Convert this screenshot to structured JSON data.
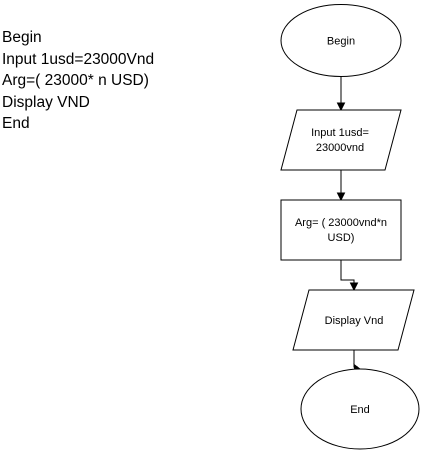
{
  "pseudocode": {
    "lines": [
      "Begin",
      "Input 1usd=23000Vnd",
      "Arg=( 23000* n USD)",
      "Display VND",
      "End"
    ]
  },
  "flowchart": {
    "start_label": "Begin",
    "input_label_line1": "Input 1usd=",
    "input_label_line2": "23000vnd",
    "process_label_line1": "Arg= ( 23000vnd*n",
    "process_label_line2": "USD)",
    "output_label": "Display Vnd",
    "end_label": "End"
  }
}
